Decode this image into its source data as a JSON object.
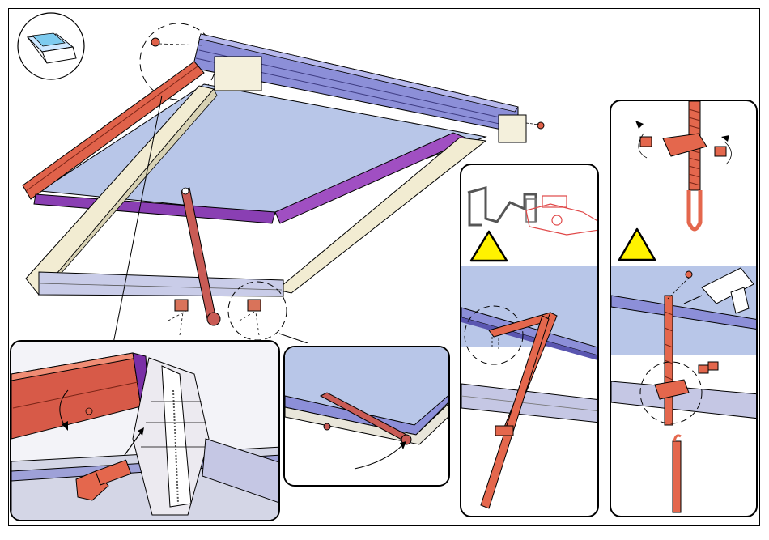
{
  "sheet": {
    "title_icon": "window-opening-icon",
    "colors": {
      "frame_blue": "#8c8fd8",
      "frame_dark": "#5a56b0",
      "sash_orange": "#e0624a",
      "sash_purple": "#8a3fb3",
      "glass": "#b8c6e8",
      "cream": "#f2ecd2",
      "bracket": "#d9735a",
      "warning_yellow": "#fff200",
      "motor_red": "#e04848"
    }
  },
  "steps": [
    {
      "id": "hinge-detail",
      "icon": "hinge-assembly-icon"
    },
    {
      "id": "arm-detail",
      "icon": "support-arm-icon"
    },
    {
      "id": "stay-detail",
      "icon": "telescopic-stay-icon",
      "warning": "warning-triangle-icon"
    },
    {
      "id": "actuator-detail",
      "icon": "spindle-actuator-icon",
      "warning": "warning-triangle-icon"
    }
  ]
}
